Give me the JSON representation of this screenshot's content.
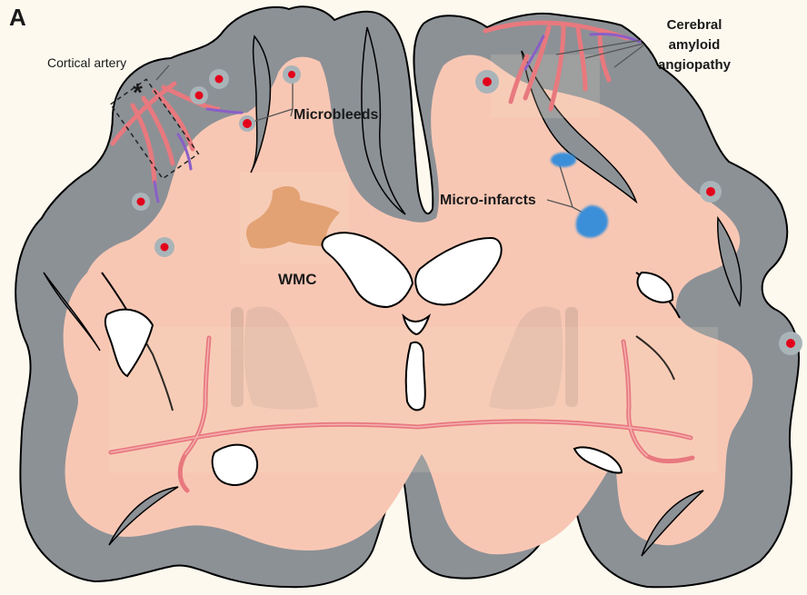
{
  "figure": {
    "panel_label": "A",
    "labels": {
      "cortical_artery": "Cortical artery",
      "microbleeds": "Microbleeds",
      "cerebral_amyloid_angiopathy": [
        "Cerebral",
        "amyloid",
        "angiopathy"
      ],
      "micro_infarcts": "Micro-infarcts",
      "wmc": "WMC",
      "asterisk": "*"
    }
  },
  "colors": {
    "background": "#fdf9ef",
    "cortex_gray": "#8c9196",
    "white_matter": "#f8c7b4",
    "deep_nuclei": "#e9b7a5",
    "ventricle": "#ffffff",
    "wmc_lesion": "#e2a273",
    "microbleed": "#e3001b",
    "micro_infarct": "#3b8fd9",
    "artery": "#e8797e",
    "amyloid": "#8a5fc7"
  }
}
